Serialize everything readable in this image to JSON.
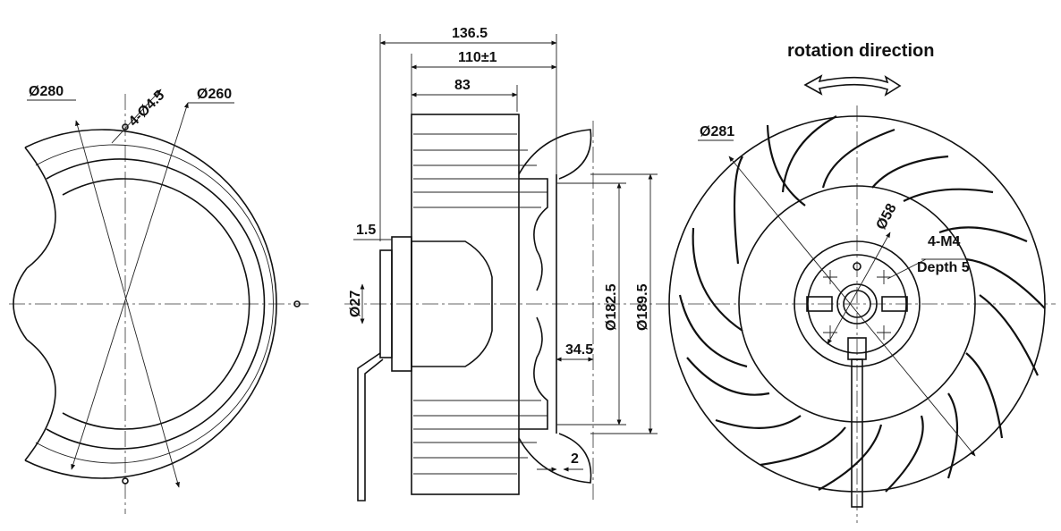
{
  "front_view": {
    "dia_outer_label": "Ø280",
    "holes_label": "4-Ø4.5",
    "dia_inner_label": "Ø260"
  },
  "side_view": {
    "overall_length": "136.5",
    "rotor_length": "110±1",
    "blade_length": "83",
    "flange_thickness": "1.5",
    "shaft_dia": "Ø27",
    "inlet_dia": "Ø182.5",
    "ring_dia": "Ø189.5",
    "ring_offset": "34.5",
    "gap": "2"
  },
  "rear_view": {
    "title": "rotation direction",
    "impeller_dia": "Ø281",
    "hub_dia": "Ø58",
    "mount_thread": "4-M4",
    "mount_depth": "Depth 5"
  }
}
